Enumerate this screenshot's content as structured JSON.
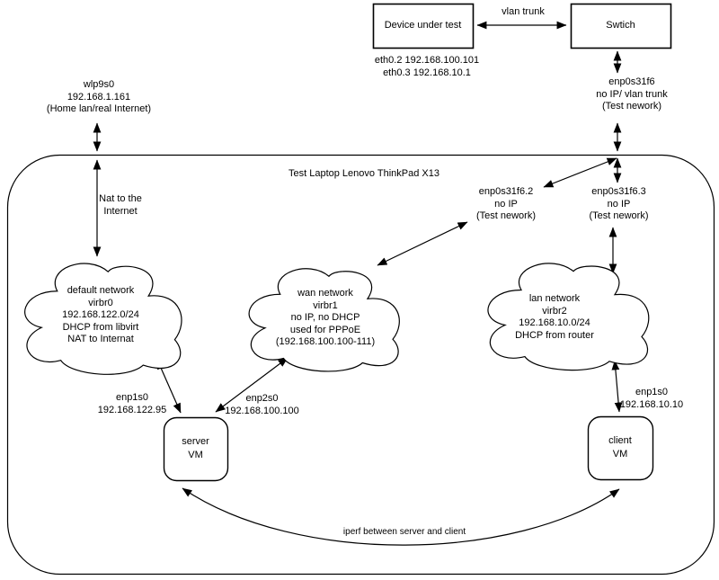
{
  "title": "Test Laptop Lenovo ThinkPad X13",
  "top_row": {
    "device_under_test": "Device under test",
    "vlan_trunk_label": "vlan trunk",
    "switch": "Swtich",
    "device_eth_lines": [
      "eth0.2 192.168.100.101",
      "eth0.3 192.168.10.1"
    ],
    "switch_port_lines": [
      "enp0s31f6",
      "no IP/ vlan trunk",
      "(Test nework)"
    ]
  },
  "wifi": {
    "lines": [
      "wlp9s0",
      "192.168.1.161",
      "(Home lan/real Internet)"
    ]
  },
  "nat_label_lines": [
    "Nat to the",
    "Internet"
  ],
  "vlan_ifaces": {
    "enp2": [
      "enp0s31f6.2",
      "no IP",
      "(Test nework)"
    ],
    "enp3": [
      "enp0s31f6.3",
      "no IP",
      "(Test nework)"
    ]
  },
  "clouds": {
    "default": [
      "default network",
      "virbr0",
      "192.168.122.0/24",
      "DHCP from libvirt",
      "NAT to Internat"
    ],
    "wan": [
      "wan network",
      "virbr1",
      "no IP, no DHCP",
      "used for PPPoE",
      "(192.168.100.100-111)"
    ],
    "lan": [
      "lan network",
      "virbr2",
      "192.168.10.0/24",
      "DHCP from router"
    ]
  },
  "vms": {
    "server": [
      "server",
      "VM"
    ],
    "client": [
      "client",
      "VM"
    ]
  },
  "nics": {
    "server_enp1s0": [
      "enp1s0",
      "192.168.122.95"
    ],
    "server_enp2s0": [
      "enp2s0",
      "192.168.100.100"
    ],
    "client_enp1s0": [
      "enp1s0",
      "192.168.10.10"
    ]
  },
  "iperf_label": "iperf between server and client",
  "colors": {
    "stroke": "#000000",
    "background": "#ffffff"
  }
}
